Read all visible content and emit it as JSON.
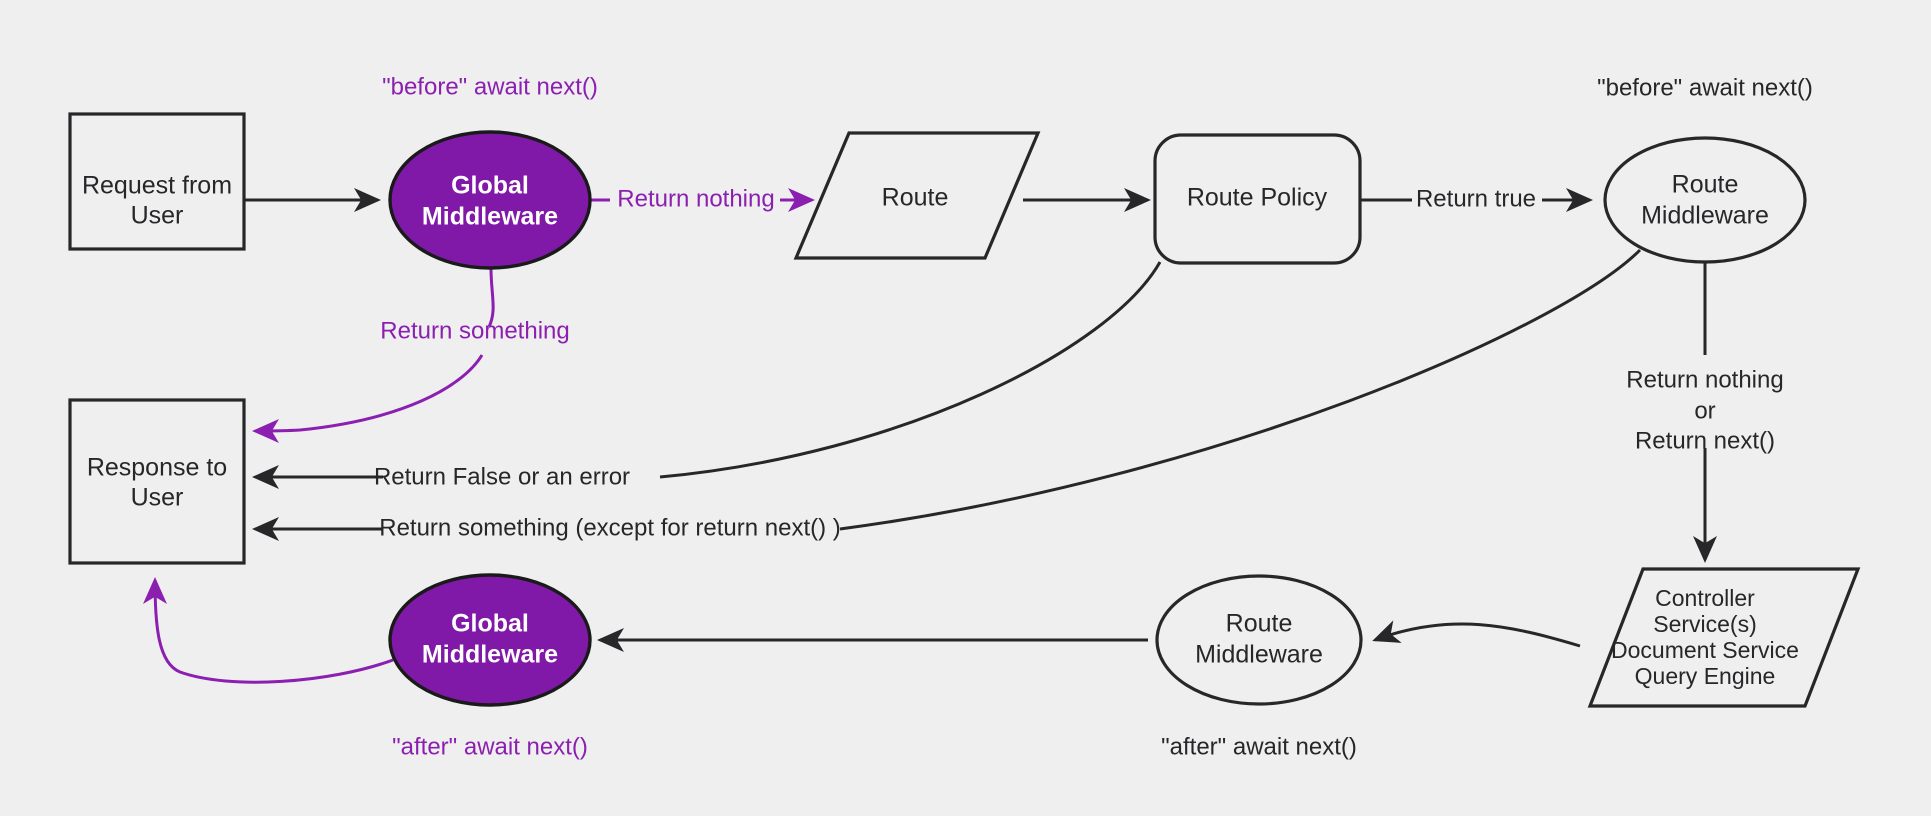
{
  "diagram": {
    "title": "Middleware request/response flow",
    "background_color": "#efefef",
    "accent_color": "#8019a8",
    "line_color": "#27272a",
    "nodes": {
      "request_from_user": {
        "line1": "Request from",
        "line2": "User",
        "shape": "rectangle"
      },
      "global_middleware_before": {
        "line1": "Global",
        "line2": "Middleware",
        "shape": "ellipse",
        "fill": "#8019a8"
      },
      "route": {
        "line1": "Route",
        "shape": "parallelogram"
      },
      "route_policy": {
        "line1": "Route Policy",
        "shape": "rounded-rectangle"
      },
      "route_middleware_before": {
        "line1": "Route",
        "line2": "Middleware",
        "shape": "ellipse"
      },
      "controller_services": {
        "line1": "Controller",
        "line2": "Service(s)",
        "line3": "Document Service",
        "line4": "Query Engine",
        "shape": "parallelogram"
      },
      "route_middleware_after": {
        "line1": "Route",
        "line2": "Middleware",
        "shape": "ellipse"
      },
      "global_middleware_after": {
        "line1": "Global",
        "line2": "Middleware",
        "shape": "ellipse",
        "fill": "#8019a8"
      },
      "response_to_user": {
        "line1": "Response to",
        "line2": "User",
        "shape": "rectangle"
      }
    },
    "annotations": {
      "before_await_next_global": {
        "text": "\"before\" await next()",
        "color": "#8b1fb0"
      },
      "before_await_next_route": {
        "text": "\"before\" await next()",
        "color": "#27272a"
      },
      "after_await_next_global": {
        "text": "\"after\" await next()",
        "color": "#8b1fb0"
      },
      "after_await_next_route": {
        "text": "\"after\" await next()",
        "color": "#27272a"
      }
    },
    "edge_labels": {
      "return_nothing": {
        "text": "Return nothing",
        "color": "#8b1fb0"
      },
      "return_something_global": {
        "text": "Return something",
        "color": "#8b1fb0"
      },
      "return_true": {
        "text": "Return true",
        "color": "#27272a"
      },
      "return_false_or_error": {
        "text": "Return False or an error",
        "color": "#27272a"
      },
      "return_something_except_next": {
        "text": "Return something (except for return next() )",
        "color": "#27272a"
      },
      "return_nothing_or_next_line1": {
        "text": "Return nothing",
        "color": "#27272a"
      },
      "return_nothing_or_next_line2": {
        "text": "or",
        "color": "#27272a"
      },
      "return_nothing_or_next_line3": {
        "text": "Return next()",
        "color": "#27272a"
      }
    }
  }
}
